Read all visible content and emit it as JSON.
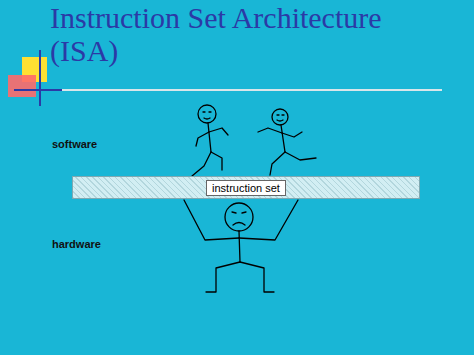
{
  "diagram": {
    "title": "Instruction Set Architecture (ISA)",
    "nodes": [
      {
        "text": [
          "instruction set"
        ]
      }
    ],
    "labels": [
      "software",
      "hardware"
    ]
  }
}
